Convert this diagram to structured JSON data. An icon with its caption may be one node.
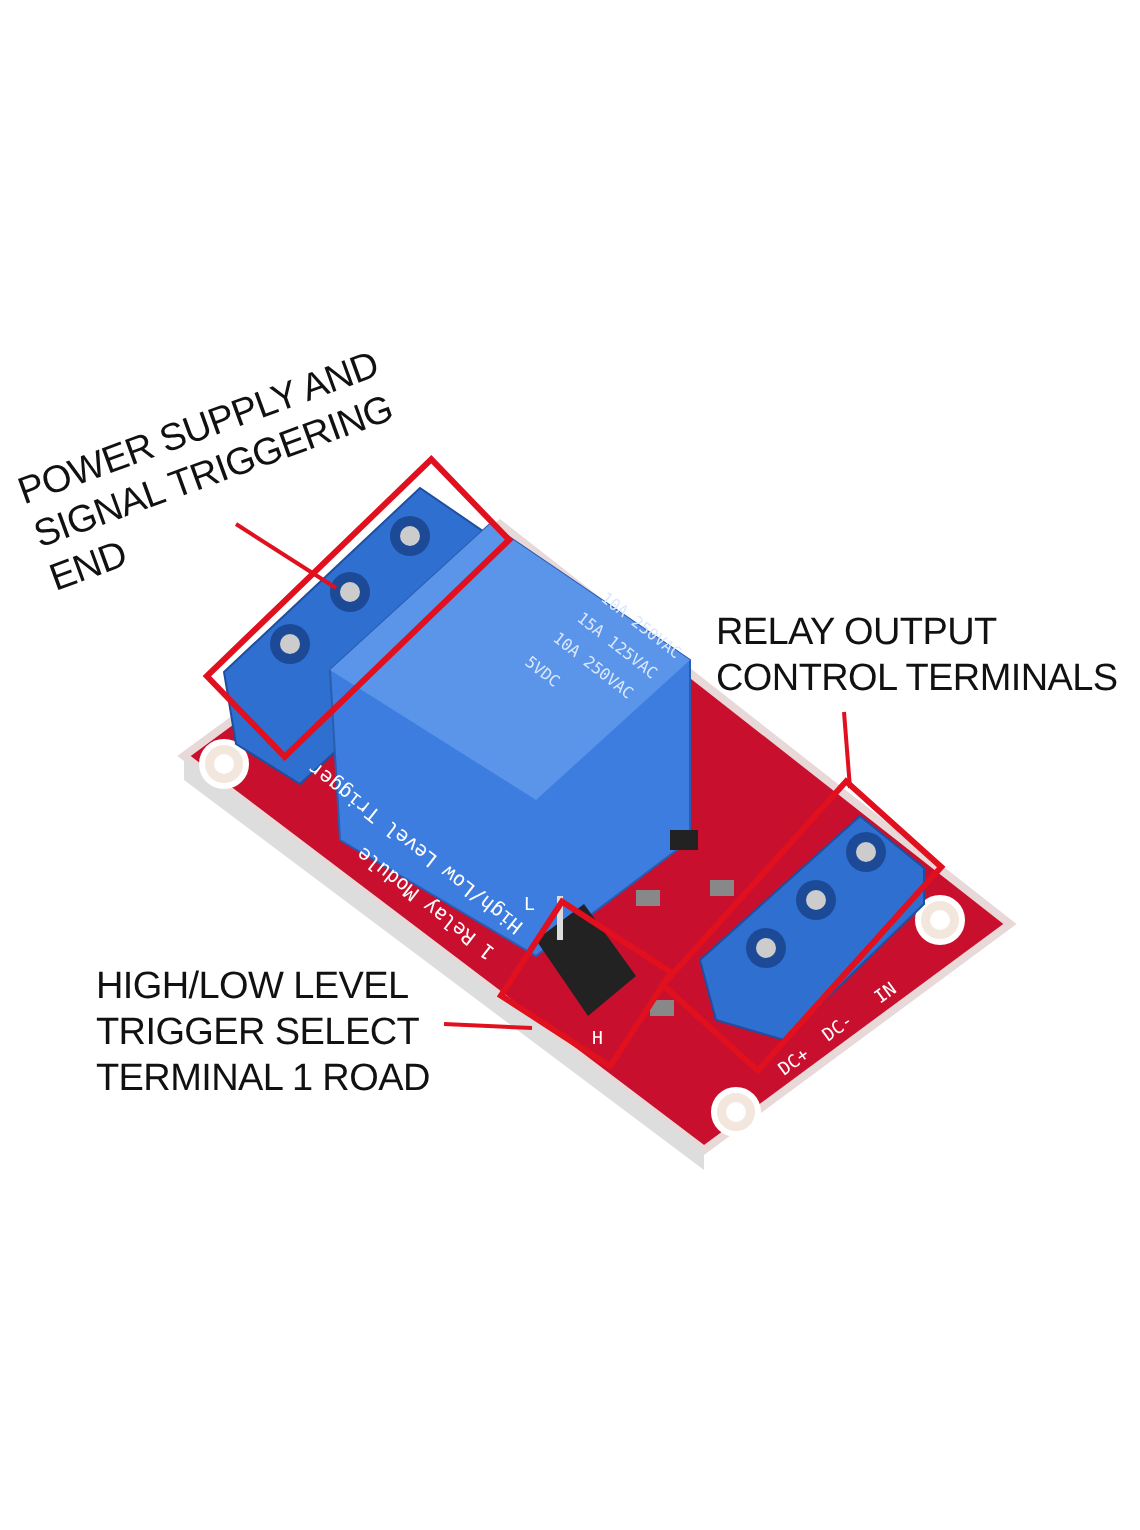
{
  "diagram": {
    "nodes": [
      {
        "text": [
          "POWER SUPPLY AND SIGNAL TRIGGERING END"
        ]
      },
      {
        "text": [],
        "shape": "box"
      },
      {
        "text": [
          "RELAY OUTPUT CONTROL TERMINALS"
        ]
      },
      {
        "text": [],
        "shape": "box"
      },
      {
        "text": [
          "HIGH/LOW LEVEL TRIGGER SELECT TERMINAL 1 ROAD"
        ]
      },
      {
        "text": [],
        "shape": "box"
      }
    ],
    "edges": [
      {
        "from": 0,
        "to": 1,
        "arrow": "none"
      },
      {
        "from": 2,
        "to": 3,
        "arrow": "none"
      },
      {
        "from": 4,
        "to": 5,
        "arrow": "none"
      }
    ],
    "labels": [
      "10A 250VAC",
      "15A 125VAC",
      "10A 250VAC",
      "5VDC",
      "1 Relay Module",
      "High/Low Level Trigger",
      "L",
      "H",
      "DC+",
      "DC-",
      "IN"
    ]
  }
}
